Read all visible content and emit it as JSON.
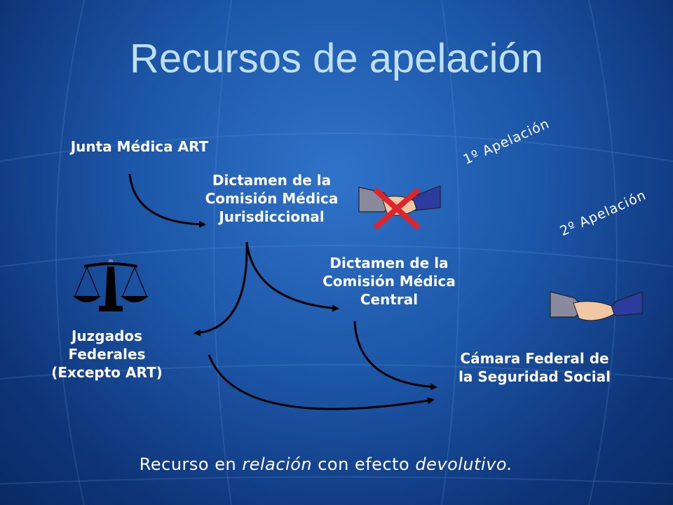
{
  "title": "Recursos de apelación",
  "nodes": {
    "junta": "Junta Médica ART",
    "cm_jurisdiccional": [
      "Dictamen de la",
      "Comisión Médica",
      "Jurisdiccional"
    ],
    "cm_central": [
      "Dictamen de la",
      "Comisión Médica",
      "Central"
    ],
    "juzgados": [
      "Juzgados",
      "Federales",
      "(Excepto ART)"
    ],
    "camara": [
      "Cámara Federal de",
      "la Seguridad Social"
    ]
  },
  "appeal_labels": {
    "first": "1º Apelación",
    "second": "2º Apelación"
  },
  "footer": {
    "part1": "Recurso en ",
    "italic1": "relación",
    "part2": " con efecto ",
    "italic2": "devolutivo."
  },
  "icons": [
    "scales-icon",
    "handshake-icon",
    "cross-icon"
  ],
  "colors": {
    "background": "#1c55a6",
    "title": "#bfe0f7",
    "text": "#ffffff",
    "arrow": "#000000",
    "cross": "#e0242c"
  }
}
